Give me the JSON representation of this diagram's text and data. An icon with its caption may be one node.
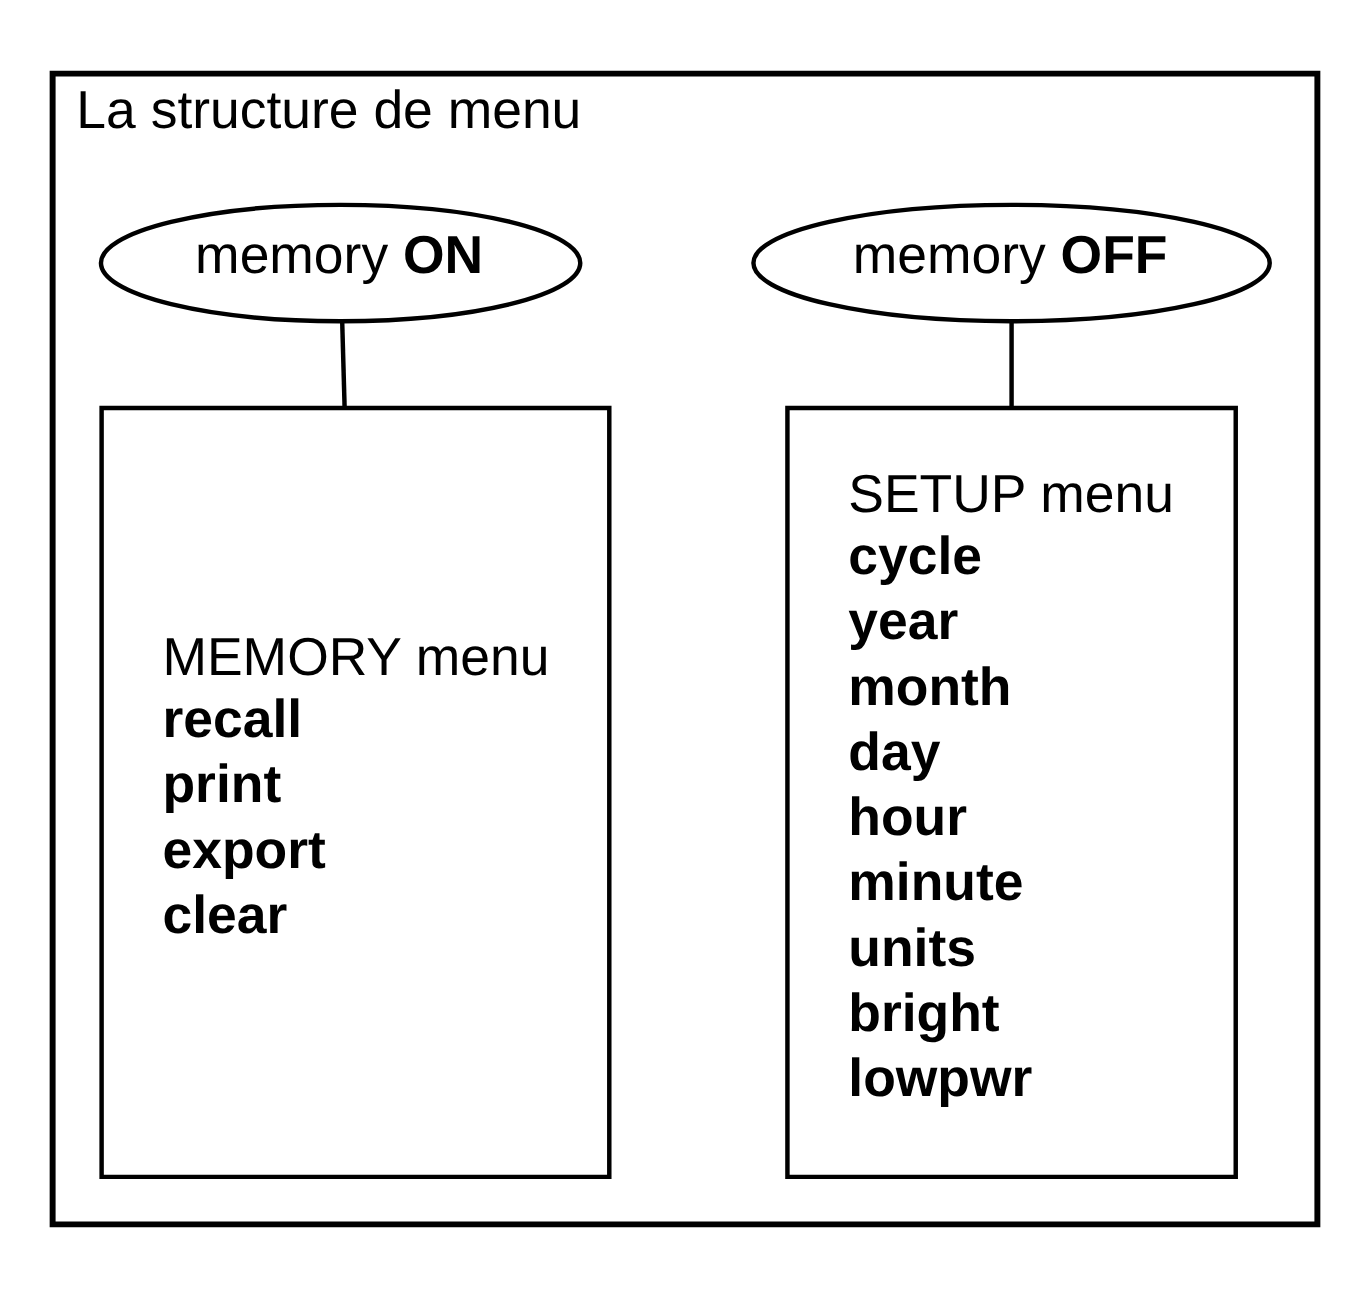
{
  "diagram": {
    "nodes": [
      {
        "text": [
          "La structure de menu"
        ]
      },
      {
        "text": [
          "memory **OFF**"
        ],
        "in": 0
      },
      {
        "text": [
          "memory **ON**"
        ],
        "in": 0
      },
      {
        "text": [
          "SETUP menu",
          "cycle",
          "year",
          "month",
          "day",
          "hour",
          "minute",
          "units",
          "bright",
          "lowpwr"
        ],
        "in": 0
      },
      {
        "text": [
          "MEMORY menu",
          "recall",
          "print",
          "export",
          "clear"
        ],
        "in": 0
      }
    ],
    "edges": [
      {
        "from": 1,
        "to": 3,
        "arrow": "none"
      },
      {
        "from": 2,
        "to": 4,
        "arrow": "none"
      }
    ]
  }
}
